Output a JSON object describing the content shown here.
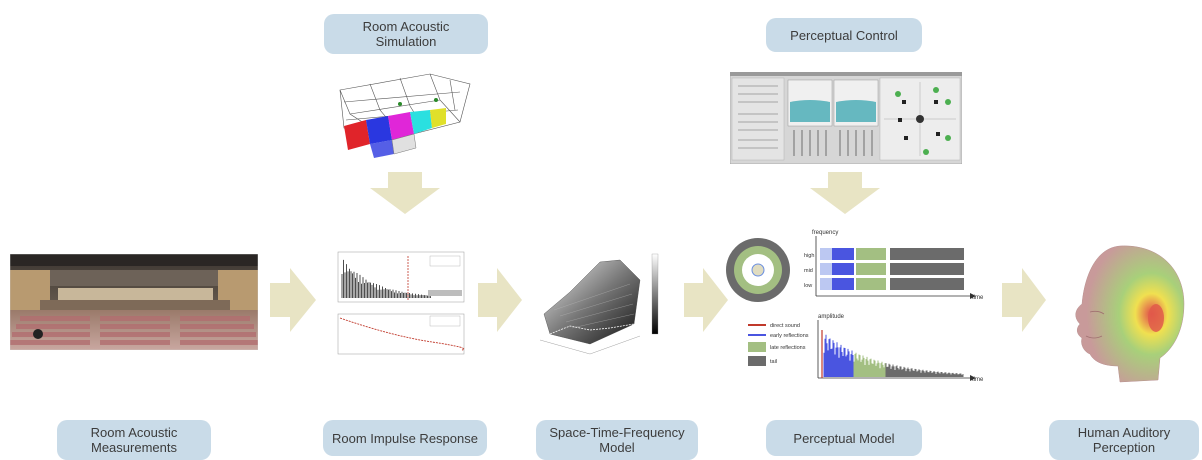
{
  "labels": {
    "room_acoustic_simulation": "Room Acoustic\nSimulation",
    "perceptual_control": "Perceptual Control",
    "room_acoustic_measurements": "Room Acoustic\nMeasurements",
    "room_impulse_response": "Room Impulse Response",
    "space_time_frequency_model": "Space-Time-Frequency\nModel",
    "perceptual_model": "Perceptual Model",
    "human_auditory_perception": "Human Auditory\nPerception"
  },
  "perceptual_model_panel": {
    "freq_axis_label": "frequency",
    "time_axis_label": "time",
    "amp_axis_label": "amplitude",
    "band_labels": [
      "high",
      "mid",
      "low"
    ],
    "legend": [
      {
        "label": "direct sound",
        "color": "#c0392b"
      },
      {
        "label": "early reflections",
        "color": "#4a55e0"
      },
      {
        "label": "late reflections",
        "color": "#a3bf82"
      },
      {
        "label": "tail",
        "color": "#6b6b6b"
      }
    ]
  },
  "colors": {
    "label_bg": "#c9dbe8",
    "arrow": "#e8e4c4",
    "early": "#4a55e0",
    "late": "#a3bf82",
    "tail": "#6b6b6b",
    "direct": "#c0392b"
  }
}
